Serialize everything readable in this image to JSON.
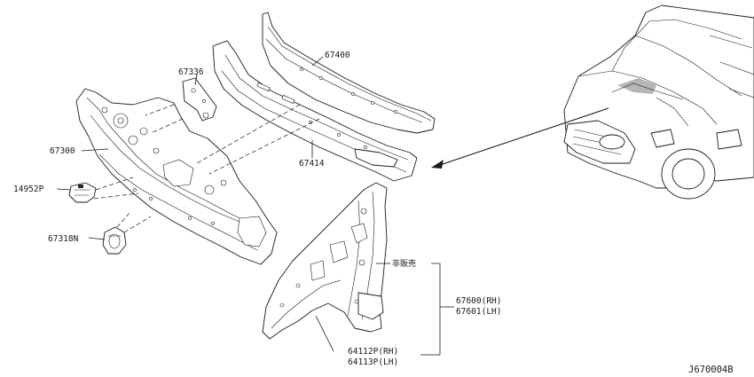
{
  "diagram": {
    "code": "J670004B",
    "labels": {
      "p67400": "67400",
      "p67336": "67336",
      "p67300": "67300",
      "p67414": "67414",
      "p14952P": "14952P",
      "p67318N": "67318N",
      "not_sold": "非販売",
      "p67600": "67600(RH)",
      "p67601": "67601(LH)",
      "p64112P": "64112P(RH)",
      "p64113P": "64113P(LH)"
    },
    "icons": [
      "dash-panel-part",
      "cowl-top-part",
      "bracket-part",
      "grommet-part",
      "clip-part",
      "hoodledge-part",
      "vehicle-reference-view",
      "pointer-arrow"
    ]
  }
}
